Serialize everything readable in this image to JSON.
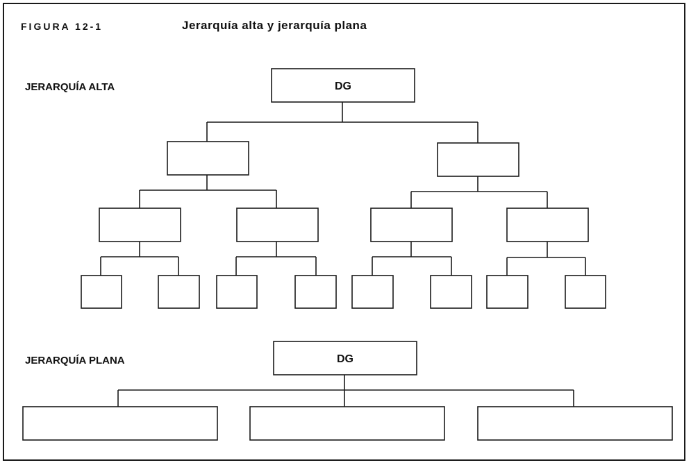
{
  "figure": {
    "label": "FIGURA 12-1",
    "title": "Jerarquía alta y jerarquía plana"
  },
  "tall": {
    "label": "JERARQUÍA ALTA",
    "top_node": "DG"
  },
  "flat": {
    "label": "JERARQUÍA PLANA",
    "top_node": "DG"
  },
  "colors": {
    "stroke": "#1a1a1a",
    "background": "#ffffff"
  }
}
